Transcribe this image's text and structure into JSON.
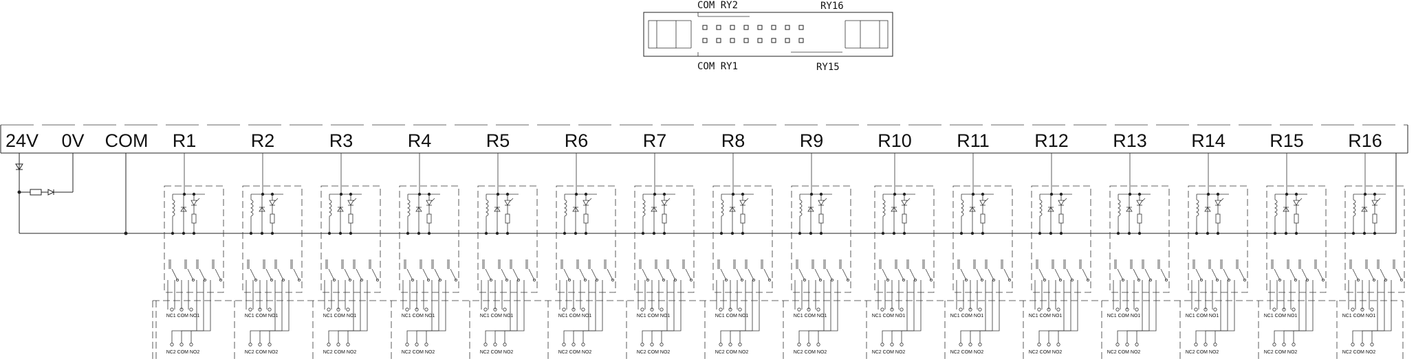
{
  "connector": {
    "top_left_label": "COM RY2",
    "top_right_label": "RY16",
    "bottom_left_label": "COM RY1",
    "bottom_right_label": "RY15"
  },
  "terminals": {
    "power_labels": [
      "24V",
      "0V",
      "COM"
    ],
    "relay_labels": [
      "R1",
      "R2",
      "R3",
      "R4",
      "R5",
      "R6",
      "R7",
      "R8",
      "R9",
      "R10",
      "R11",
      "R12",
      "R13",
      "R14",
      "R15",
      "R16"
    ]
  },
  "contacts": {
    "row1_label": "NC1 COM NO1",
    "row2_label": "NC2 COM NO2"
  }
}
